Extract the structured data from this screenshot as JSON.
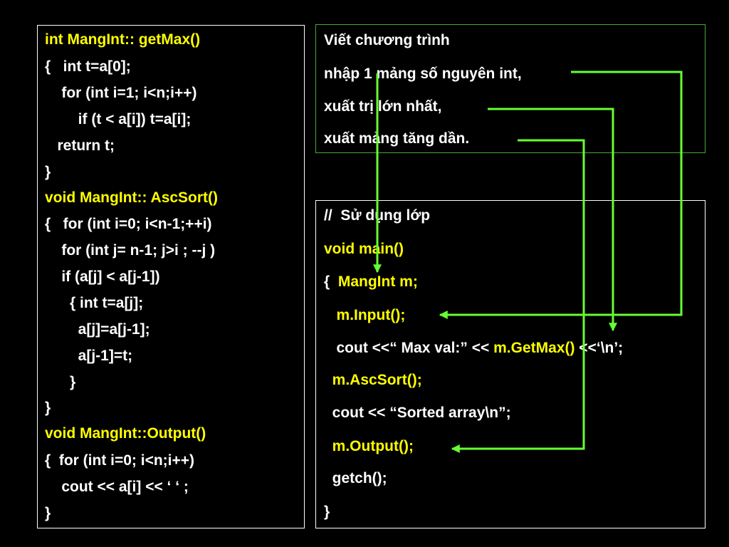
{
  "colors": {
    "background": "#000000",
    "text": "#ffffff",
    "highlight": "#ffff00",
    "arrow": "#66ff33"
  },
  "code_panel": {
    "lines": [
      {
        "text": "int MangInt:: getMax()",
        "highlight": true
      },
      {
        "text": "{   int t=a[0];",
        "highlight": false
      },
      {
        "text": "    for (int i=1; i<n;i++)",
        "highlight": false
      },
      {
        "text": "        if (t < a[i]) t=a[i];",
        "highlight": false
      },
      {
        "text": "   return t;",
        "highlight": false
      },
      {
        "text": "}",
        "highlight": false
      },
      {
        "text": "void MangInt:: AscSort()",
        "highlight": true
      },
      {
        "text": "{   for (int i=0; i<n-1;++i)",
        "highlight": false
      },
      {
        "text": "    for (int j= n-1; j>i ; --j )",
        "highlight": false
      },
      {
        "text": "    if (a[j] < a[j-1])",
        "highlight": false
      },
      {
        "text": "      { int t=a[j];",
        "highlight": false
      },
      {
        "text": "        a[j]=a[j-1];",
        "highlight": false
      },
      {
        "text": "        a[j-1]=t;",
        "highlight": false
      },
      {
        "text": "      }",
        "highlight": false
      },
      {
        "text": "}",
        "highlight": false
      },
      {
        "text": "void MangInt::Output()",
        "highlight": true
      },
      {
        "text": "{  for (int i=0; i<n;i++)",
        "highlight": false
      },
      {
        "text": "    cout << a[i] << ‘ ‘ ;",
        "highlight": false
      },
      {
        "text": "}",
        "highlight": false
      }
    ]
  },
  "description_panel": {
    "lines": [
      "Viết chương trình",
      "nhập 1 mảng số nguyên int,",
      "xuất trị lớn nhất,",
      "xuất mảng tăng dần."
    ]
  },
  "main_panel": {
    "lines": [
      {
        "segments": [
          {
            "text": "//  Sử dụng lớp",
            "highlight": false
          }
        ]
      },
      {
        "segments": [
          {
            "text": "void main()",
            "highlight": true
          }
        ]
      },
      {
        "segments": [
          {
            "text": "{  ",
            "highlight": false
          },
          {
            "text": "MangInt m;",
            "highlight": true
          }
        ]
      },
      {
        "segments": [
          {
            "text": "   ",
            "highlight": false
          },
          {
            "text": "m.Input();",
            "highlight": true
          }
        ]
      },
      {
        "segments": [
          {
            "text": "   cout <<“ Max val:” << ",
            "highlight": false
          },
          {
            "text": "m.GetMax()",
            "highlight": true
          },
          {
            "text": " <<‘\\n’;",
            "highlight": false
          }
        ]
      },
      {
        "segments": [
          {
            "text": "  ",
            "highlight": false
          },
          {
            "text": "m.AscSort();",
            "highlight": true
          }
        ]
      },
      {
        "segments": [
          {
            "text": "  cout << “Sorted array\\n”;",
            "highlight": false
          }
        ]
      },
      {
        "segments": [
          {
            "text": "  ",
            "highlight": false
          },
          {
            "text": "m.Output();",
            "highlight": true
          }
        ]
      },
      {
        "segments": [
          {
            "text": "  getch();",
            "highlight": false
          }
        ]
      },
      {
        "segments": [
          {
            "text": "}",
            "highlight": false
          }
        ]
      }
    ]
  }
}
